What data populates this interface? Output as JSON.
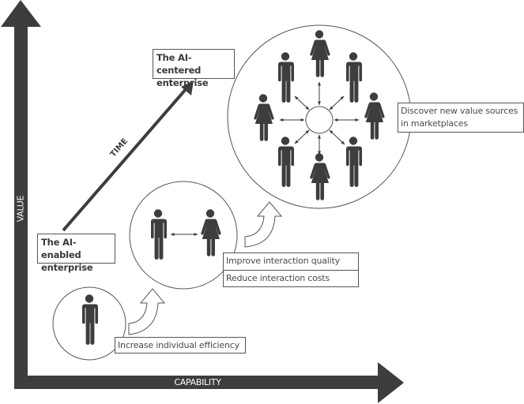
{
  "axes": {
    "y_label": "VALUE",
    "x_label": "CAPABILITY",
    "diagonal_label": "TIME"
  },
  "stages": [
    {
      "label": "The AI-enabled enterprise",
      "line1": "The AI-enabled",
      "line2": "enterprise"
    },
    {
      "label": "The AI-centered enterprise",
      "line1": "The AI-centered",
      "line2": "enterprise"
    }
  ],
  "levels": [
    {
      "id": "individual",
      "people": [
        "man"
      ],
      "captions": [
        "Increase individual efficiency"
      ]
    },
    {
      "id": "interaction",
      "people": [
        "man",
        "woman"
      ],
      "captions": [
        "Improve interaction quality",
        "Reduce interaction costs"
      ]
    },
    {
      "id": "marketplace",
      "people": [
        "woman",
        "man",
        "man",
        "woman",
        "woman",
        "man",
        "man",
        "woman"
      ],
      "captions": [
        "Discover new value sources",
        "in marketplaces"
      ]
    }
  ],
  "colors": {
    "ink": "#3d3d3d",
    "line": "#555555",
    "background": "#ffffff"
  }
}
